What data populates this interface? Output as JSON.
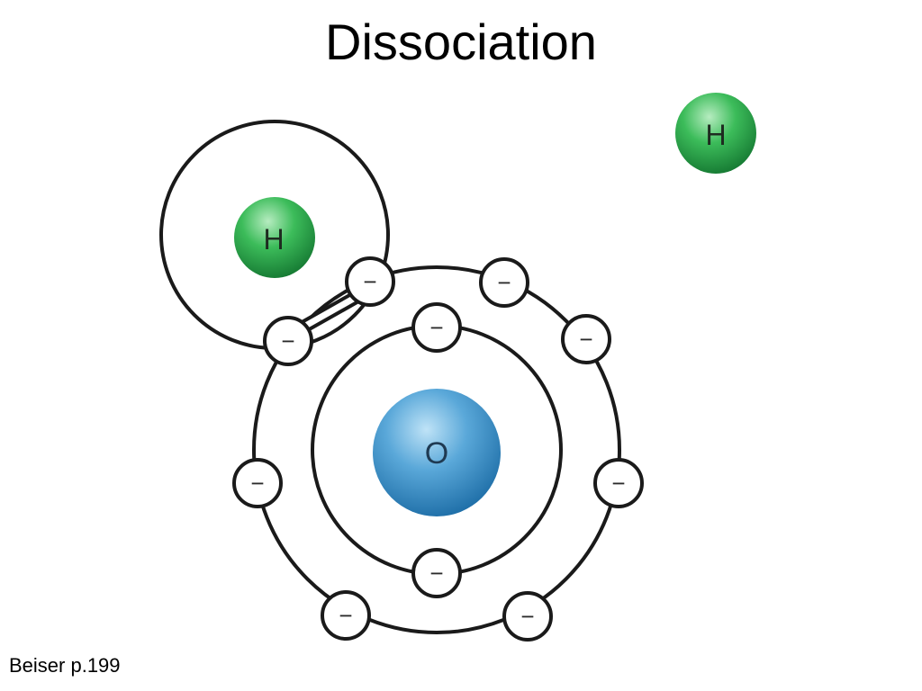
{
  "title": "Dissociation",
  "citation": "Beiser p.199",
  "diagram": {
    "oxygen": {
      "label": "O",
      "color": "#3a8fc9"
    },
    "hydrogen_bonded": {
      "label": "H",
      "color": "#2ea84c"
    },
    "hydrogen_free": {
      "label": "H",
      "color": "#2ea84c"
    },
    "electron_sign": "−",
    "inner_shell_electron_count": 2,
    "outer_shell_electron_count": 8
  }
}
